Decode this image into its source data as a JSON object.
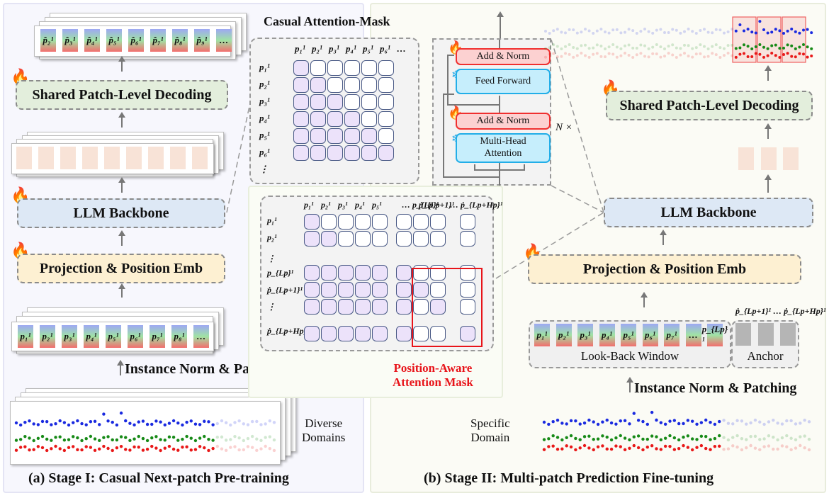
{
  "stage1": {
    "caption": "(a) Stage I: Casual Next-patch Pre-training",
    "output_patches": [
      "p̂₂¹",
      "p̂₃¹",
      "p̂₄¹",
      "p̂₅¹",
      "p̂₆¹",
      "p̂₇¹",
      "p̂₈¹",
      "p̂₉¹",
      "…"
    ],
    "decoding_label": "Shared Patch-Level Decoding",
    "backbone_label": "LLM Backbone",
    "projection_label": "Projection & Position Emb",
    "input_patches": [
      "p₁¹",
      "p₂¹",
      "p₃¹",
      "p₄¹",
      "p₅¹",
      "p₆¹",
      "p₇¹",
      "p₈¹",
      "…"
    ],
    "norm_label": "Instance Norm & Patching",
    "domain_label_line1": "Diverse",
    "domain_label_line2": "Domains"
  },
  "causal_mask": {
    "title": "Casual Attention-Mask",
    "col_headers": [
      "p₁¹",
      "p₂¹",
      "p₃¹",
      "p₄¹",
      "p₅¹",
      "p₆¹",
      "…"
    ],
    "row_headers": [
      "p₁¹",
      "p₂¹",
      "p₃¹",
      "p₄¹",
      "p₅¹",
      "p₆¹",
      "⋮"
    ],
    "ellipsis_right": "…",
    "ellipsis_bottom": "⋮"
  },
  "transformer": {
    "add_norm_top": "Add & Norm",
    "feed_forward": "Feed Forward",
    "add_norm_bottom": "Add & Norm",
    "attention_line1": "Multi-Head",
    "attention_line2": "Attention",
    "repeat_label": "N ×"
  },
  "pos_mask": {
    "col_headers": [
      "p₁¹",
      "p₂¹",
      "p₃¹",
      "p₄¹",
      "p₅¹",
      "… p_{Lp}¹",
      "ṗ_{Lp+1}¹",
      "… ṗ_{Lp+Hp}¹"
    ],
    "row_headers": [
      "p₁¹",
      "p₂¹",
      "⋮",
      "p_{Lp}¹",
      "ṗ_{Lp+1}¹",
      "⋮",
      "ṗ_{Lp+Hp}¹"
    ],
    "title_line1": "Position-Aware",
    "title_line2": "Attention Mask",
    "title_color": "#e8141a"
  },
  "stage2": {
    "caption": "(b) Stage II: Multi-patch Prediction Fine-tuning",
    "decoding_label": "Shared Patch-Level Decoding",
    "backbone_label": "LLM Backbone",
    "projection_label": "Projection & Position Emb",
    "anchor_header": "ṗ_{Lp+1}¹ … ṗ_{Lp+Hp}¹",
    "lookback_patches": [
      "p₁¹",
      "p₂¹",
      "p₃¹",
      "p₄¹",
      "p₅¹",
      "p₆¹",
      "p₇¹",
      "…",
      "p_{Lp}¹"
    ],
    "lookback_label": "Look-Back Window",
    "anchor_label": "Anchor",
    "norm_label": "Instance Norm & Patching",
    "domain_label_line1": "Specific",
    "domain_label_line2": "Domain"
  },
  "colors": {
    "series_blue": "#1a2ae0",
    "series_green": "#178a17",
    "series_red": "#e81818",
    "flame": "#ff0000",
    "snowflake": "#1fa8e8"
  }
}
